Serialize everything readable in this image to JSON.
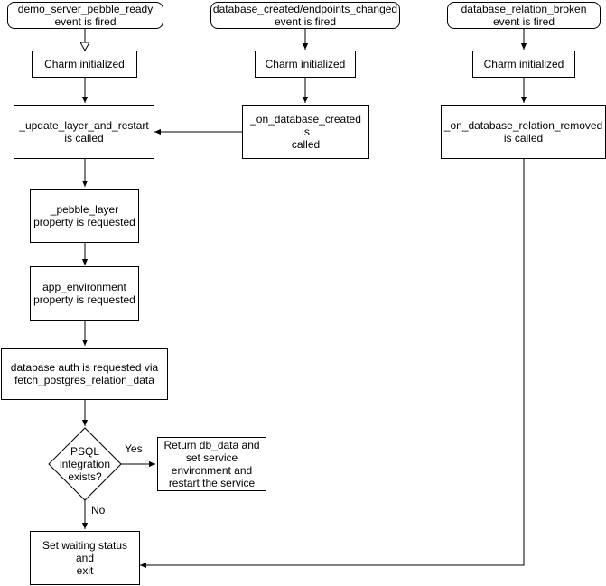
{
  "nodes": {
    "start_pebble": "demo_server_pebble_ready\nevent is fired",
    "start_db_created": "database_created/endpoints_changed\nevent is fired",
    "start_relation_broken": "database_relation_broken\nevent is fired",
    "init_1": "Charm initialized",
    "init_2": "Charm initialized",
    "init_3": "Charm initialized",
    "update_layer": "_update_layer_and_restart\nis called",
    "on_db_created": "_on_database_created is\ncalled",
    "on_relation_removed": "_on_database_relation_removed\nis called",
    "pebble_layer": "_pebble_layer\nproperty is requested",
    "app_env": "app_environment\nproperty is requested",
    "db_auth": "database auth is requested via\nfetch_postgres_relation_data",
    "psql_decision": "PSQL\nintegration\nexists?",
    "return_db": "Return db_data and\nset service\nenvironment and\nrestart the service",
    "waiting": "Set waiting status and\nexit"
  },
  "edge_labels": {
    "yes": "Yes",
    "no": "No"
  }
}
